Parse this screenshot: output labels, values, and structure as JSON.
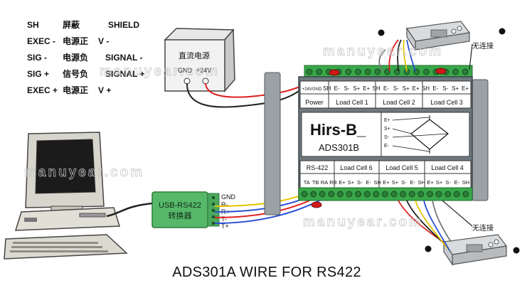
{
  "legend": [
    {
      "code": "SH",
      "cn": "屏蔽",
      "en": "SHIELD"
    },
    {
      "code": "EXEC -",
      "cn": "电源正",
      "en": "V -"
    },
    {
      "code": "SIG  -",
      "cn": "电源负",
      "en": "SIGNAL -"
    },
    {
      "code": "SIG  +",
      "cn": "信号负",
      "en": "SIGNAL +"
    },
    {
      "code": "EXEC +",
      "cn": "电源正",
      "en": "V +"
    }
  ],
  "power_supply": {
    "title": "直流电源",
    "gnd": "GND",
    "plus24": "+24V"
  },
  "module": {
    "brand": "Hirs-B_",
    "model": "ADS301B",
    "top_terminals": [
      "+24V",
      "GND",
      "SH",
      "E-",
      "S-",
      "S+",
      "E+",
      "SH",
      "E-",
      "S-",
      "S+",
      "E+",
      "SH",
      "E-",
      "S-",
      "S+",
      "E+"
    ],
    "top_groups": [
      "Power",
      "Load Cell 1",
      "Load Cell 2",
      "Load Cell 3"
    ],
    "bottom_groups": [
      "RS-422",
      "Load Cell 6",
      "Load Cell 5",
      "Load Cell 4"
    ],
    "bottom_terminals": [
      "TA",
      "TB",
      "RA",
      "RB",
      "E+",
      "S+",
      "S-",
      "E-",
      "SH",
      "E+",
      "S+",
      "S-",
      "E-",
      "SH",
      "E+",
      "S+",
      "S-",
      "E-",
      "SH"
    ],
    "bridge_labels": [
      "E+",
      "S+",
      "S-",
      "E-"
    ]
  },
  "converter": {
    "line1": "USB-RS422",
    "line2": "转换器",
    "pins": [
      "GND",
      "R-",
      "R+",
      "T-",
      "T+"
    ]
  },
  "no_connect_top": "无连接",
  "no_connect_bottom": "无连接",
  "watermark": "manuyear.com",
  "caption": "ADS301A WIRE FOR RS422",
  "colors": {
    "module_body": "#6f7a80",
    "terminal_green": "#39a84a",
    "wire_red": "#e02020",
    "wire_blue": "#2a4fd6",
    "wire_yellow": "#e6c300",
    "converter_green": "#55b868"
  }
}
